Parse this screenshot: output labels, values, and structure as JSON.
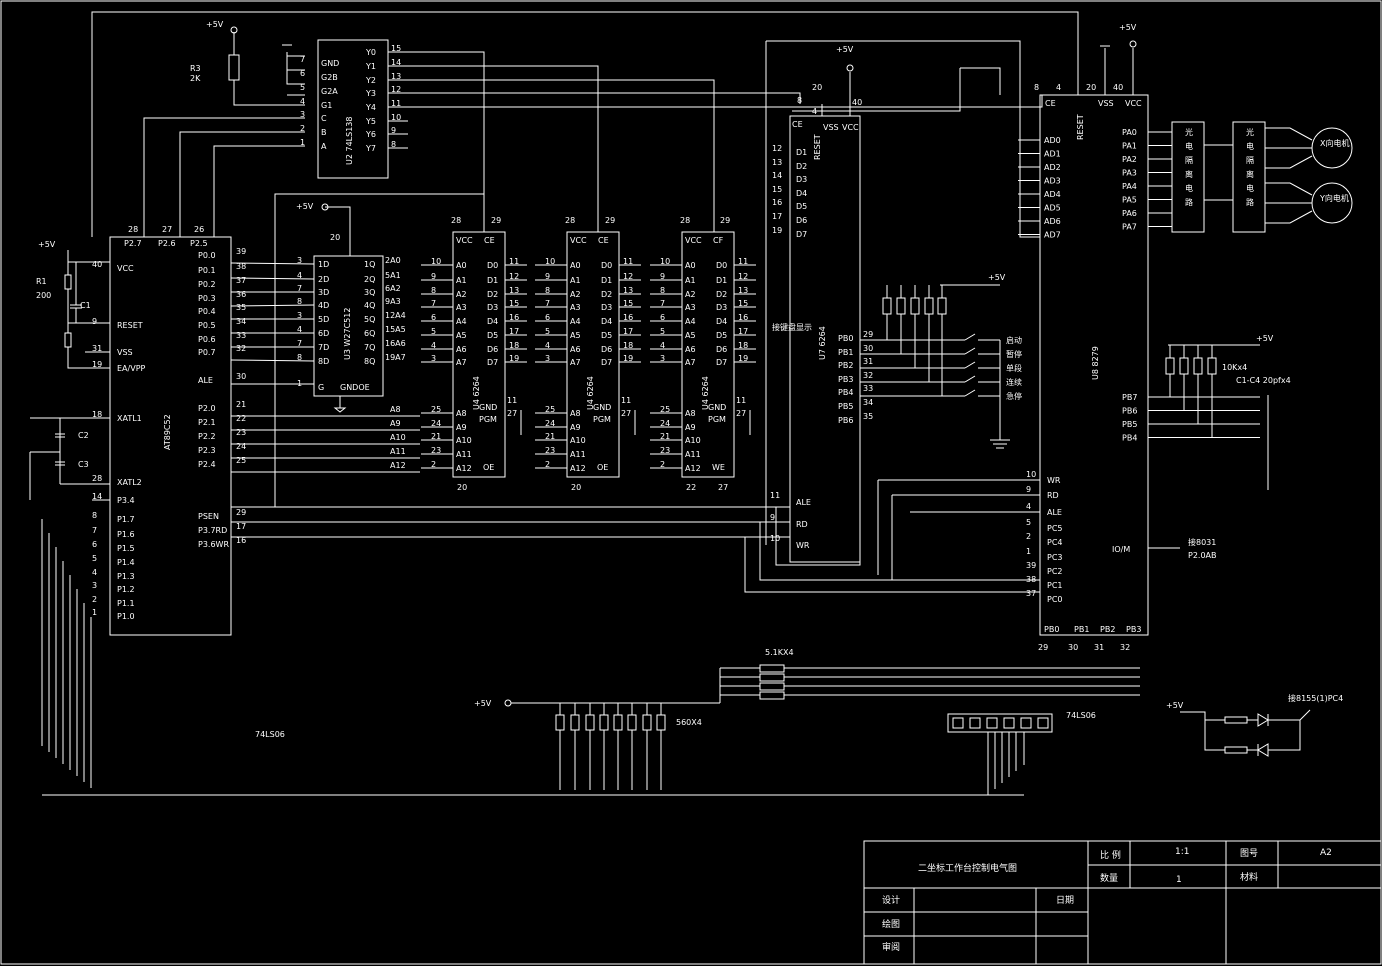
{
  "supply": {
    "vcc_label": "+5V"
  },
  "u1": {
    "name": "AT89C52",
    "top_pins": [
      "P2.7",
      "P2.6",
      "P2.5"
    ],
    "top_nums": [
      "28",
      "27",
      "26"
    ],
    "left_labels": [
      "VCC",
      "RESET",
      "VSS",
      "EA/VPP",
      "XATL1",
      "XATL2",
      "P3.4",
      "P1.7",
      "P1.6",
      "P1.5",
      "P1.4",
      "P1.3",
      "P1.2",
      "P1.1",
      "P1.0"
    ],
    "left_nums": [
      "40",
      "9",
      "31",
      "19",
      "18",
      "28",
      "14",
      "8",
      "7",
      "6",
      "5",
      "4",
      "3",
      "2",
      "1"
    ],
    "right_labels": [
      "P0.0",
      "P0.1",
      "P0.2",
      "P0.3",
      "P0.4",
      "P0.5",
      "P0.6",
      "P0.7",
      "ALE",
      "P2.0",
      "P2.1",
      "P2.2",
      "P2.3",
      "P2.4",
      "PSEN",
      "P3.7RD",
      "P3.6WR"
    ],
    "right_nums": [
      "39",
      "38",
      "37",
      "36",
      "35",
      "34",
      "33",
      "32",
      "30",
      "21",
      "22",
      "23",
      "24",
      "25",
      "29",
      "17",
      "16"
    ]
  },
  "u2": {
    "name": "U2 74LS138",
    "left_labels": [
      "GND",
      "G2B",
      "G2A",
      "G1",
      "C",
      "B",
      "A"
    ],
    "left_nums": [
      "7",
      "6",
      "5",
      "4",
      "3",
      "2",
      "1"
    ],
    "right_labels": [
      "Y0",
      "Y1",
      "Y2",
      "Y3",
      "Y4",
      "Y5",
      "Y6",
      "Y7"
    ],
    "right_nums": [
      "15",
      "14",
      "13",
      "12",
      "11",
      "10",
      "9",
      "8"
    ]
  },
  "u3": {
    "name": "U3 W27C512",
    "left_labels": [
      "1D",
      "2D",
      "3D",
      "4D",
      "5D",
      "6D",
      "7D",
      "8D",
      "G"
    ],
    "left_nums": [
      "3",
      "4",
      "7",
      "8",
      "3",
      "4",
      "7",
      "8",
      "1"
    ],
    "right_labels": [
      "1Q",
      "2Q",
      "3Q",
      "4Q",
      "5Q",
      "6Q",
      "7Q",
      "8Q",
      "GNDOE"
    ],
    "right_nums": [
      "2A0",
      "5A1",
      "6A2",
      "9A3",
      "12A4",
      "15A5",
      "16A6",
      "19A7"
    ],
    "top_num": "20"
  },
  "mem": [
    {
      "name": "U4 6264",
      "top": [
        "VCC",
        "CE"
      ],
      "top_nums": [
        "28",
        "29"
      ],
      "bottom_nums": [
        "20"
      ]
    },
    {
      "name": "U4 6264",
      "top": [
        "VCC",
        "CE"
      ],
      "top_nums": [
        "28",
        "29"
      ],
      "bottom_nums": [
        "20"
      ]
    },
    {
      "name": "U4 6264",
      "top": [
        "VCC",
        "CF"
      ],
      "top_nums": [
        "28",
        "29"
      ],
      "bottom_nums": [
        "22",
        "27"
      ]
    }
  ],
  "mem_left": [
    "A0",
    "A1",
    "A2",
    "A3",
    "A4",
    "A5",
    "A6",
    "A7",
    "A8",
    "A9",
    "A10",
    "A11",
    "A12"
  ],
  "mem_left_nums": [
    "10",
    "9",
    "8",
    "7",
    "6",
    "5",
    "4",
    "3",
    "25",
    "24",
    "21",
    "23",
    "2"
  ],
  "mem_right": [
    "D0",
    "D1",
    "D2",
    "D3",
    "D4",
    "D5",
    "D6",
    "D7"
  ],
  "mem_right_nums": [
    "11",
    "12",
    "13",
    "15",
    "16",
    "17",
    "18",
    "19"
  ],
  "mem_inner": [
    "GND",
    "PGM",
    "OE",
    "WE"
  ],
  "addr_bus": [
    "A8",
    "A9",
    "A10",
    "A11",
    "A12"
  ],
  "u7": {
    "name": "U7 6264",
    "top": [
      "CE",
      "VSS",
      "VCC",
      "RESET"
    ],
    "top_nums": [
      "8",
      "4",
      "20",
      "40"
    ],
    "left_labels": [
      "D1",
      "D2",
      "D3",
      "D4",
      "D5",
      "D6",
      "D7"
    ],
    "left_nums": [
      "12",
      "13",
      "14",
      "15",
      "16",
      "17",
      "19"
    ],
    "mid_label": "接键盘显示",
    "pb_labels": [
      "PB0",
      "PB1",
      "PB2",
      "PB3",
      "PB4",
      "PB5",
      "PB6"
    ],
    "pb_nums": [
      "29",
      "30",
      "31",
      "32",
      "33",
      "34",
      "35"
    ],
    "bottom_labels": [
      "ALE",
      "RD",
      "WR"
    ],
    "bottom_nums": [
      "11",
      "9",
      "10"
    ]
  },
  "switches": [
    "启动",
    "暂停",
    "单段",
    "连续",
    "急停"
  ],
  "u8": {
    "name": "U8 8279",
    "top": [
      "CE",
      "RESET",
      "VSS",
      "VCC"
    ],
    "top_nums": [
      "8",
      "4",
      "20",
      "40"
    ],
    "ad_labels": [
      "AD0",
      "AD1",
      "AD2",
      "AD3",
      "AD4",
      "AD5",
      "AD6",
      "AD7"
    ],
    "pa_labels": [
      "PA0",
      "PA1",
      "PA2",
      "PA3",
      "PA4",
      "PA5",
      "PA6",
      "PA7"
    ],
    "pb_labels": [
      "PB7",
      "PB6",
      "PB5",
      "PB4"
    ],
    "left_labels": [
      "WR",
      "RD",
      "ALE",
      "PC5",
      "PC4",
      "PC3",
      "PC2",
      "PC1",
      "PC0"
    ],
    "left_nums": [
      "10",
      "9",
      "4",
      "5",
      "2",
      "1",
      "39",
      "38",
      "37"
    ],
    "iom": "IO/M",
    "bottom_labels": [
      "PB0",
      "PB1",
      "PB2",
      "PB3"
    ],
    "bottom_nums": [
      "29",
      "30",
      "31",
      "32"
    ]
  },
  "opto": [
    "光电隔离电路",
    "光电隔离电路"
  ],
  "motors": [
    "X向电机",
    "Y向电机"
  ],
  "labels": {
    "r3": "R3",
    "r3_val": "2K",
    "r1": "R1",
    "r1_val": "200",
    "c1": "C1",
    "c2": "C2",
    "c3": "C3",
    "res_10k": "10Kx4",
    "cap": "C1-C4 20pfx4",
    "note_8031": "接8031",
    "note_p2": "P2.0AB",
    "res_51k": "5.1KX4",
    "res_560": "560X4",
    "ls06_a": "74LS06",
    "ls06_b": "74LS06",
    "note_8155": "接8155(1)PC4"
  },
  "title_block": {
    "title": "二坐标工作台控制电气图",
    "scale_label": "比 例",
    "scale_value": "1:1",
    "drawing_no_label": "图号",
    "drawing_no_value": "A2",
    "qty_label": "数量",
    "qty_value": "1",
    "material_label": "材料",
    "design_label": "设计",
    "draw_label": "绘图",
    "review_label": "审阅",
    "date_label": "日期"
  }
}
